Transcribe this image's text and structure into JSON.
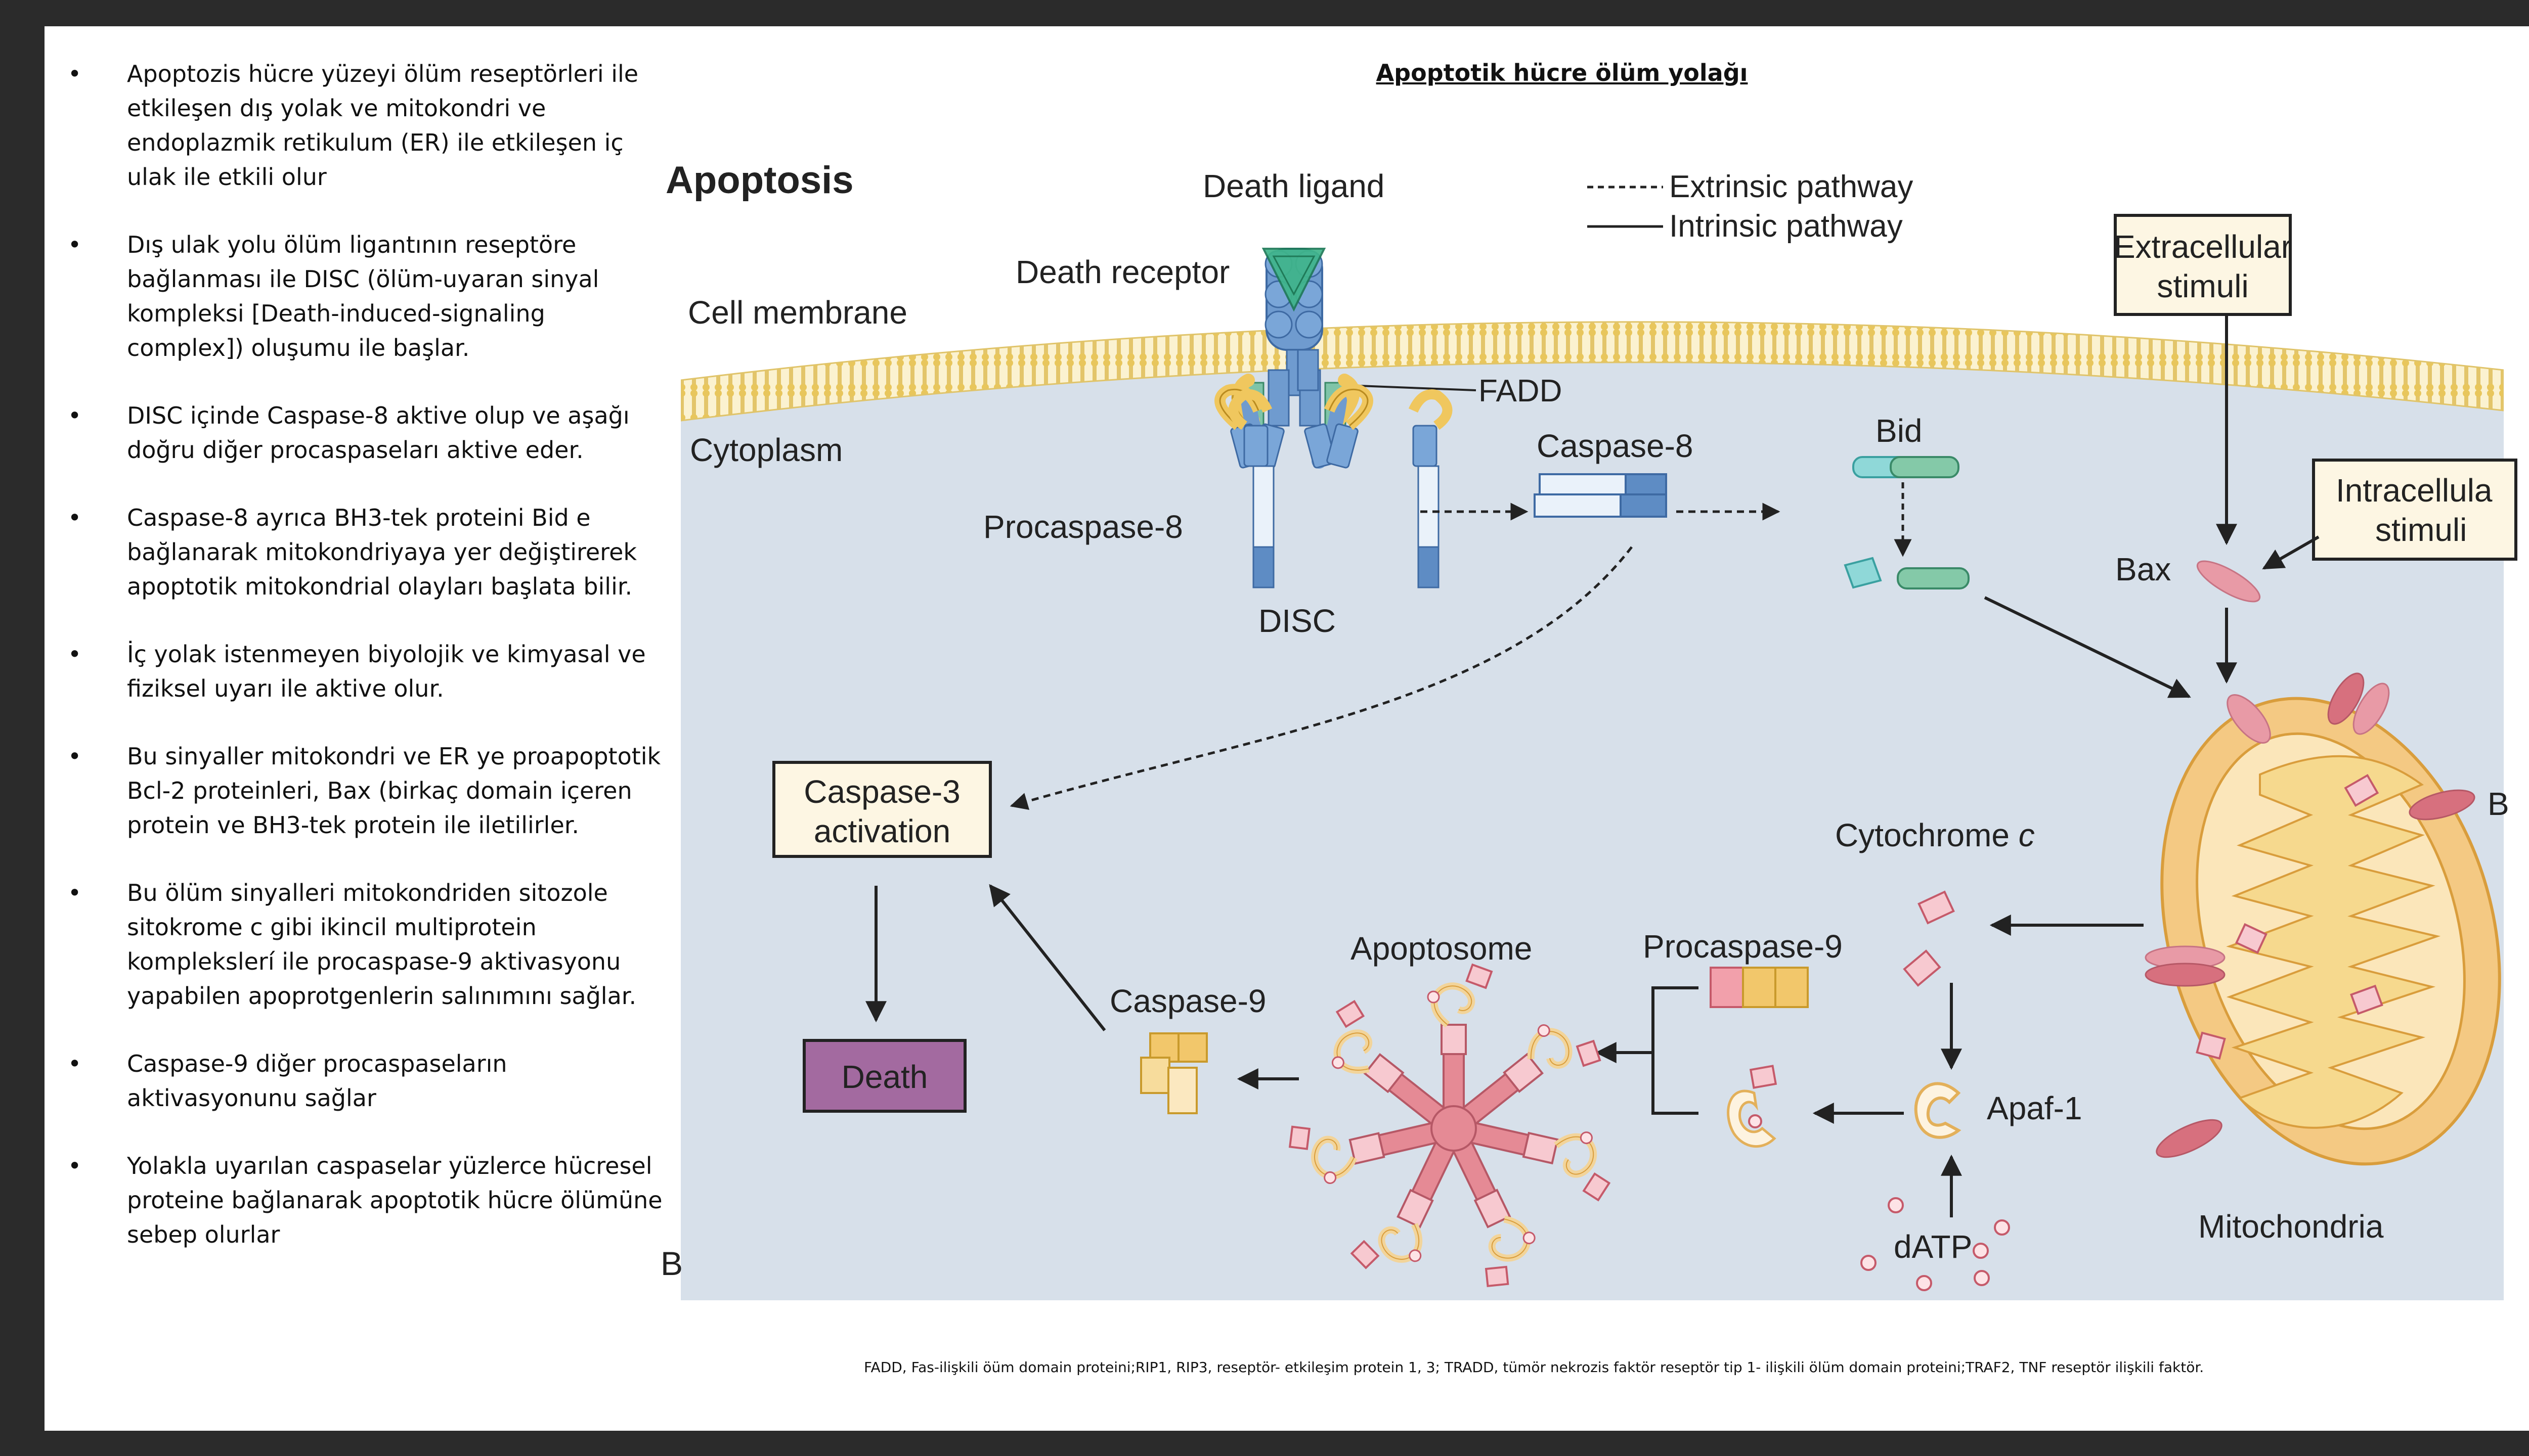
{
  "slide_title": "Apoptotik hücre ölüm yolağı",
  "bullets": [
    "Apoptozis hücre yüzeyi ölüm reseptörleri ile etkileşen dış yolak ve mitokondri ve endoplazmik retikulum (ER) ile etkileşen iç ulak ile etkili olur",
    "Dış ulak yolu ölüm ligantının reseptöre bağlanması ile DISC (ölüm-uyaran sinyal kompleksi [Death-induced-signaling complex]) oluşumu ile başlar.",
    "DISC içinde Caspase-8 aktive olup ve aşağı doğru diğer procaspaseları aktive eder.",
    "Caspase-8 ayrıca BH3-tek proteini Bid e bağlanarak mitokondriyaya yer değiştirerek apoptotik mitokondrial olayları başlata bilir.",
    "İç yolak istenmeyen biyolojik ve kimyasal ve fiziksel uyarı ile aktive olur.",
    "Bu sinyaller mitokondri ve ER ye proapoptotik Bcl-2 proteinleri, Bax (birkaç domain içeren protein ve BH3-tek protein ile iletilirler.",
    "Bu ölüm sinyalleri mitokondriden  sitozole sitokrome c gibi ikincil multiprotein komplekslerí ile procaspase-9 aktivasyonu yapabilen apoprotgenlerin salınımını sağlar.",
    "Caspase-9 diğer procaspaseların aktivasyonunu sağlar",
    "Yolakla uyarılan caspaselar yüzlerce hücresel proteine bağlanarak  apoptotik hücre ölümüne sebep olurlar"
  ],
  "diagram": {
    "title": "Apoptosis",
    "panel_letter": "B",
    "legend": {
      "extrinsic": "Extrinsic pathway",
      "intrinsic": "Intrinsic pathway"
    },
    "labels": {
      "death_ligand": "Death ligand",
      "death_receptor": "Death receptor",
      "cell_membrane": "Cell  membrane",
      "cytoplasm": "Cytoplasm",
      "fadd": "FADD",
      "procaspase8": "Procaspase-8",
      "disc": "DISC",
      "caspase8": "Caspase-8",
      "bid": "Bid",
      "extracellular": [
        "Extracellular",
        "stimuli"
      ],
      "intracellular": [
        "Intracellula",
        "stimuli"
      ],
      "bax": "Bax",
      "b_cut": "B",
      "caspase3": [
        "Caspase-3",
        "activation"
      ],
      "death": "Death",
      "cytochrome": "Cytochrome",
      "cytochrome_c": "c",
      "procaspase9": "Procaspase-9",
      "apoptosome": "Apoptosome",
      "caspase9": "Caspase-9",
      "apaf1": "Apaf-1",
      "datp": "dATP",
      "mitochondria": "Mitochondria"
    }
  },
  "footnote": "FADD, Fas-ilişkili öüm domain proteini;RIP1, RIP3, reseptör- etkileşim protein 1, 3; TRADD, tümör nekrozis faktör reseptör tip 1- ilişkili ölüm domain proteini;TRAF2, TNF reseptör ilişkili faktör.",
  "colors": {
    "cytoplasm": "#d9e2ec",
    "membrane": "#f0d890",
    "receptor_blue": "#6f9bcf",
    "ligand_green": "#2e9e6e",
    "bid_teal": "#7fcfcf",
    "bax_pink": "#e89aa6",
    "mito_outer": "#f4c983",
    "box_fill": "#fdf6e3",
    "death_box": "#a36aa0",
    "caspase9": "#f2c76b",
    "apoptosome": "#e58a95"
  }
}
